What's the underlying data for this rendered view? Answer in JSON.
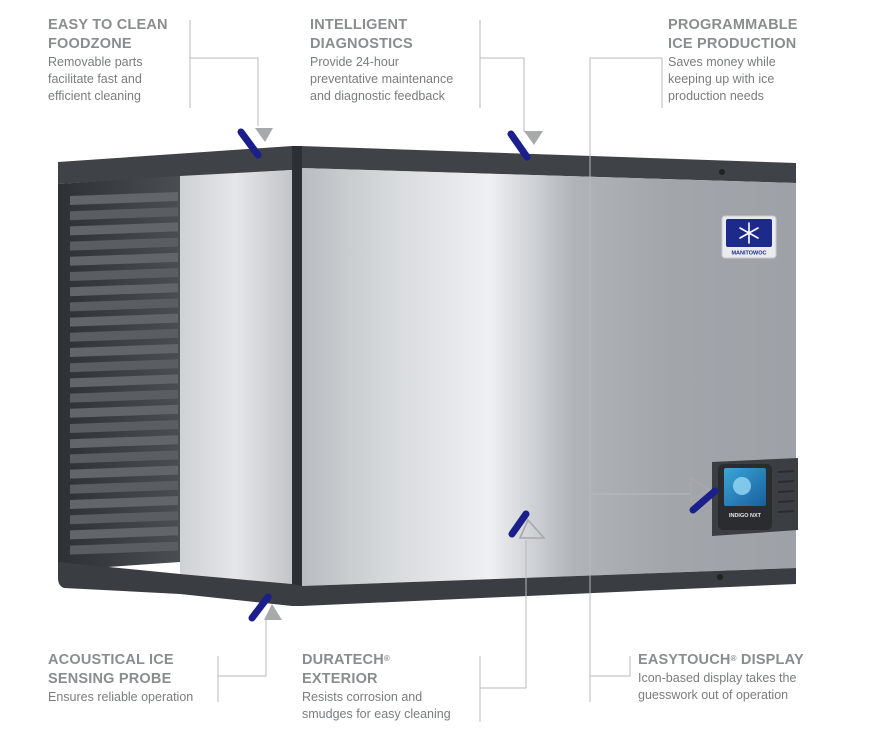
{
  "callouts": [
    {
      "id": "easy-clean",
      "title_line1": "EASY TO CLEAN",
      "title_line2": "FOODZONE",
      "desc": [
        "Removable parts",
        "facilitate fast and",
        "efficient cleaning"
      ]
    },
    {
      "id": "diagnostics",
      "title_line1": "INTELLIGENT",
      "title_line2": "DIAGNOSTICS",
      "desc": [
        "Provide 24-hour",
        "preventative maintenance",
        "and diagnostic feedback"
      ]
    },
    {
      "id": "ice-production",
      "title_line1": "PROGRAMMABLE",
      "title_line2": "ICE PRODUCTION",
      "desc": [
        "Saves money while",
        "keeping up with ice",
        "production needs"
      ]
    },
    {
      "id": "acoustical",
      "title_line1": "ACOUSTICAL ICE",
      "title_line2": "SENSING PROBE",
      "desc": [
        "Ensures reliable operation"
      ]
    },
    {
      "id": "duratech",
      "title_line1": "DURATECH",
      "title_sup": "®",
      "title_line2": "EXTERIOR",
      "desc": [
        "Resists corrosion and",
        "smudges for easy cleaning"
      ]
    },
    {
      "id": "easytouch",
      "title_line1": "EASYTOUCH",
      "title_sup": "®",
      "title_line1_suffix": " DISPLAY",
      "desc": [
        "Icon-based display takes the",
        "guesswork out of operation"
      ]
    }
  ],
  "product": {
    "brand_logo_text": "MANITOWOC",
    "display_brand_text": "INDIGO NXT"
  },
  "colors": {
    "accent_blue": "#1a1f8c",
    "marker_gray": "#a7a9ab",
    "line_gray": "#b8babc",
    "steel_light": "#e6e8ea",
    "steel_dark": "#9a9ea3",
    "trim_dark": "#3d4044"
  },
  "icons": [
    "snowflake-icon",
    "marker-triangle-icon"
  ]
}
